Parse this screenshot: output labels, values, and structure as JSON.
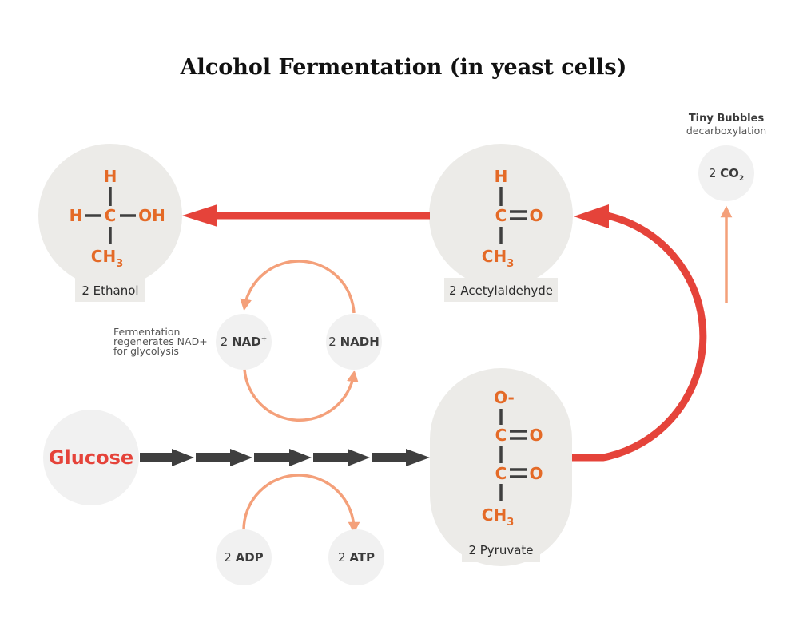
{
  "title": "Alcohol Fermentation (in yeast cells)",
  "colors": {
    "main_arrow": "#e5433a",
    "cofactor_arrow": "#f4a07a",
    "glycolysis_arrow": "#3f3f3f",
    "atom": "#e46a27",
    "node_bg": "#ecebe8"
  },
  "glucose": {
    "label": "Glucose"
  },
  "pyruvate": {
    "label": "2 Pyruvate",
    "atoms": {
      "top": "O-",
      "c1": "C",
      "o1": "O",
      "c2": "C",
      "o2": "O",
      "bottom": "CH",
      "bottom_sub": "3"
    }
  },
  "acetaldehyde": {
    "label": "2 Acetylaldehyde",
    "atoms": {
      "top": "H",
      "c": "C",
      "o": "O",
      "bottom": "CH",
      "bottom_sub": "3"
    }
  },
  "ethanol": {
    "label": "2 Ethanol",
    "atoms": {
      "top": "H",
      "left": "H",
      "c": "C",
      "right": "OH",
      "bottom": "CH",
      "bottom_sub": "3"
    }
  },
  "co2": {
    "heading": "Tiny Bubbles",
    "subheading": "decarboxylation",
    "count": "2",
    "formula": "CO",
    "formula_sub": "2"
  },
  "nad_cycle": {
    "note_lines": [
      "Fermentation",
      "regenerates NAD+",
      "for glycolysis"
    ],
    "nad": {
      "count": "2",
      "name": "NAD",
      "sup": "+"
    },
    "nadh": {
      "count": "2",
      "name": "NADH"
    }
  },
  "atp_cycle": {
    "adp": {
      "count": "2",
      "name": "ADP"
    },
    "atp": {
      "count": "2",
      "name": "ATP"
    }
  }
}
